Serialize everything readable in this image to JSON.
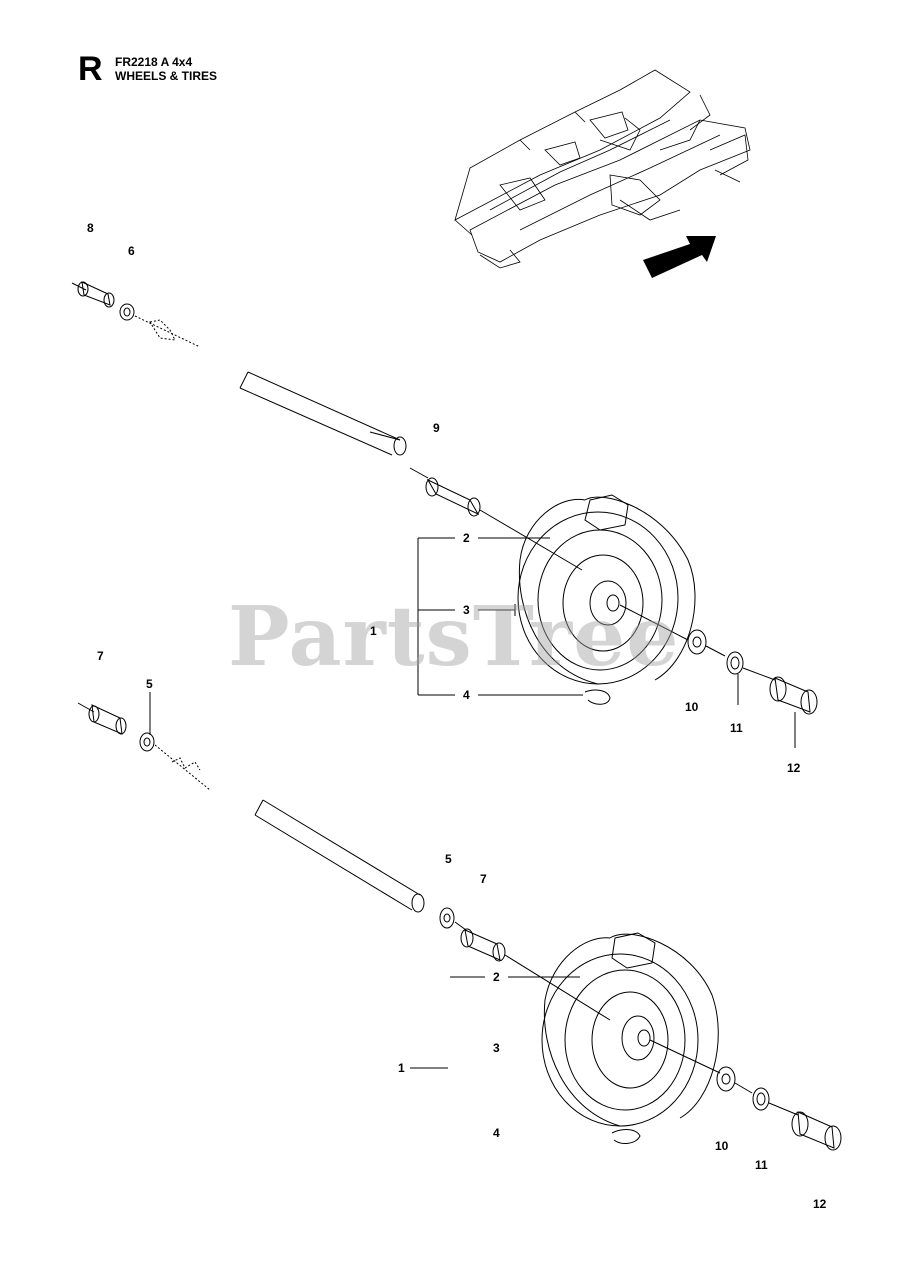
{
  "header": {
    "section_letter": "R",
    "model": "FR2218 A 4x4",
    "section_title": "WHEELS & TIRES"
  },
  "watermark": "PartsTree",
  "page_number": "12",
  "callouts": {
    "upper": {
      "c8": "8",
      "c6": "6",
      "c9": "9",
      "c1": "1",
      "c2": "2",
      "c3": "3",
      "c4": "4",
      "c10": "10",
      "c11": "11",
      "c12": "12"
    },
    "lower": {
      "c7a": "7",
      "c5a": "5",
      "c5b": "5",
      "c7b": "7",
      "c2": "2",
      "c1": "1",
      "c3": "3",
      "c4": "4",
      "c10": "10",
      "c11": "11"
    }
  },
  "colors": {
    "line": "#000000",
    "arrow": "#000000",
    "watermark": "#a0a0a0"
  },
  "icons": {
    "direction_arrow": "arrow-icon"
  }
}
